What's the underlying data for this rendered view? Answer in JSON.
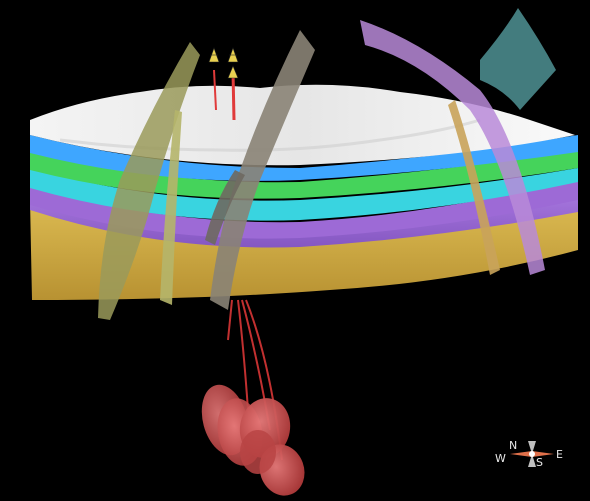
{
  "viewer": {
    "background_color": "#000000",
    "layers": [
      {
        "name": "surface-white",
        "color": "#f2f2f2"
      },
      {
        "name": "horizon-blue",
        "color": "#3ea6ff"
      },
      {
        "name": "horizon-green",
        "color": "#45d35b"
      },
      {
        "name": "horizon-cyan",
        "color": "#39d4e0"
      },
      {
        "name": "horizon-purple",
        "color": "#9d6ad6"
      },
      {
        "name": "horizon-gold",
        "color": "#d6b44a"
      }
    ],
    "faults": [
      {
        "name": "fault-olive",
        "color": "#9a9a5a"
      },
      {
        "name": "fault-grey",
        "color": "#8a8376"
      },
      {
        "name": "fault-violet",
        "color": "#b88ad8"
      },
      {
        "name": "fault-teal",
        "color": "#4a8a8c"
      }
    ],
    "wells": [
      {
        "name": "well-left",
        "color": "#e03a3a"
      },
      {
        "name": "well-right",
        "color": "#e03a3a"
      }
    ],
    "well_marker_icon": "derrick-icon",
    "wellbore_discs_color": "#d65555"
  },
  "compass": {
    "north": "N",
    "south": "S",
    "east": "E",
    "west": "W",
    "needle_color": "#e0704a"
  }
}
